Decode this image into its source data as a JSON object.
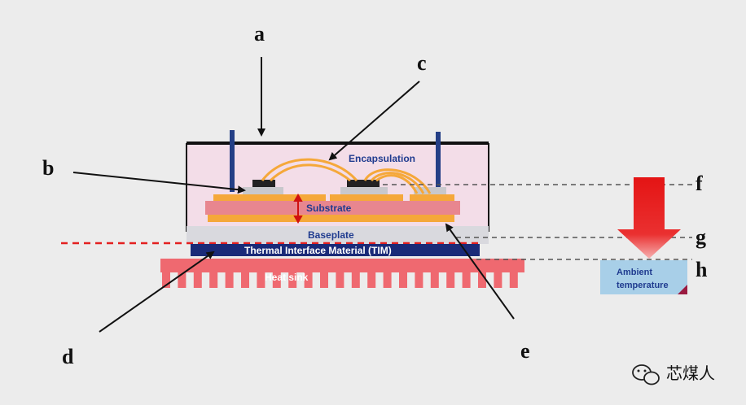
{
  "labels": {
    "encapsulation": "Encapsulation",
    "substrate": "Substrate",
    "baseplate": "Baseplate",
    "tim": "Thermal Interface Material (TIM)",
    "heat_sink": "Heat sink",
    "ambient_line1": "Ambient",
    "ambient_line2": "temperature"
  },
  "callouts": {
    "a": "a",
    "b": "b",
    "c": "c",
    "d": "d",
    "e": "e",
    "f": "f",
    "g": "g",
    "h": "h"
  },
  "watermark": "芯煤人",
  "colors": {
    "background": "#ececec",
    "encapsulation": "#f3dde8",
    "substrate_copper": "#f5a83a",
    "substrate_ceramic": "#e8868f",
    "baseplate": "#d9d9de",
    "tim": "#1a2a78",
    "heat_sink": "#ef6970",
    "leads": "#243f86",
    "heat_arrow": "#e01818",
    "ambient_box": "#a8cfe8"
  }
}
